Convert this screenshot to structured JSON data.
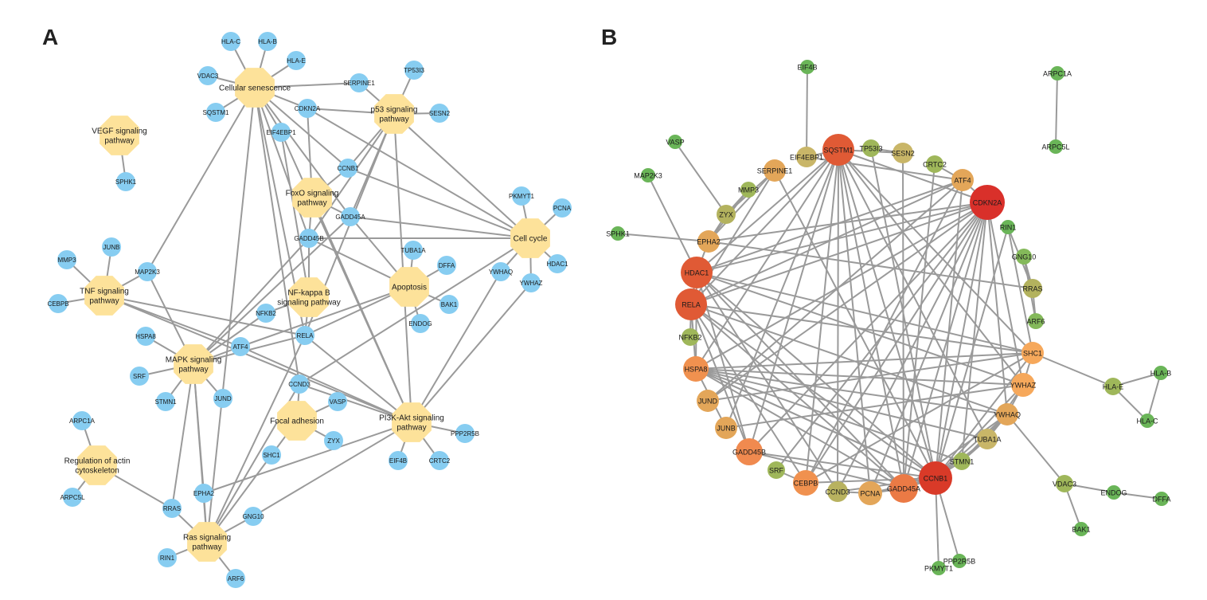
{
  "panels": [
    {
      "id": "A",
      "letter": "A"
    },
    {
      "id": "B",
      "letter": "B"
    }
  ],
  "colors": {
    "gene_node_a": "#87cdf1",
    "pathway_node_a": "#fde29a",
    "edge": "#9a9a9a"
  },
  "diagram_a": {
    "pathways": [
      {
        "id": "cs",
        "lines": [
          "Cellular senescence"
        ]
      },
      {
        "id": "p53",
        "lines": [
          "p53 signaling",
          "pathway"
        ]
      },
      {
        "id": "vegf",
        "lines": [
          "VEGF signaling",
          "pathway"
        ]
      },
      {
        "id": "foxo",
        "lines": [
          "FoxO signaling",
          "pathway"
        ]
      },
      {
        "id": "cc",
        "lines": [
          "Cell cycle"
        ]
      },
      {
        "id": "tnf",
        "lines": [
          "TNF signaling",
          "pathway"
        ]
      },
      {
        "id": "nfkb",
        "lines": [
          "NF-kappa B",
          "signaling pathway"
        ]
      },
      {
        "id": "apop",
        "lines": [
          "Apoptosis"
        ]
      },
      {
        "id": "mapk",
        "lines": [
          "MAPK signaling",
          "pathway"
        ]
      },
      {
        "id": "fa",
        "lines": [
          "Focal adhesion"
        ]
      },
      {
        "id": "pi3k",
        "lines": [
          "PI3K-Akt signaling",
          "pathway"
        ]
      },
      {
        "id": "actin",
        "lines": [
          "Regulation of actin",
          "cytoskeleton"
        ]
      },
      {
        "id": "ras",
        "lines": [
          "Ras signaling",
          "pathway"
        ]
      }
    ],
    "genes": [
      "HLA-C",
      "HLA-B",
      "HLA-E",
      "VDAC3",
      "SERPINE1",
      "TP53I3",
      "CDKN2A",
      "SQSTM1",
      "SESN2",
      "EIF4EBP1",
      "SPHK1",
      "CCNB1",
      "PKMYT1",
      "PCNA",
      "GADD45A",
      "JUNB",
      "MMP3",
      "GADD45B",
      "TUBA1A",
      "DFFA",
      "MAP2K3",
      "HDAC1",
      "YWHAQ",
      "CEBPB",
      "YWHAZ",
      "NFKB2",
      "BAK1",
      "HSPA8",
      "RELA",
      "ATF4",
      "ENDOG",
      "SRF",
      "CCND3",
      "STMN1",
      "JUND",
      "VASP",
      "ARPC1A",
      "PPP2R5B",
      "ZYX",
      "SHC1",
      "EIF4B",
      "CRTC2",
      "ARPC5L",
      "RRAS",
      "EPHA2",
      "GNG10",
      "RIN1",
      "ARF6"
    ],
    "edges": [
      [
        "cs",
        "HLA-C"
      ],
      [
        "cs",
        "HLA-B"
      ],
      [
        "cs",
        "HLA-E"
      ],
      [
        "cs",
        "VDAC3"
      ],
      [
        "cs",
        "SQSTM1"
      ],
      [
        "cs",
        "SERPINE1"
      ],
      [
        "cs",
        "CDKN2A"
      ],
      [
        "cs",
        "EIF4EBP1"
      ],
      [
        "cs",
        "CCNB1"
      ],
      [
        "cs",
        "GADD45A"
      ],
      [
        "cs",
        "GADD45B"
      ],
      [
        "cs",
        "RELA"
      ],
      [
        "cs",
        "MAP2K3"
      ],
      [
        "cs",
        "CCND3"
      ],
      [
        "cs",
        "ras"
      ],
      [
        "p53",
        "TP53I3"
      ],
      [
        "p53",
        "SESN2"
      ],
      [
        "p53",
        "CDKN2A"
      ],
      [
        "p53",
        "SERPINE1"
      ],
      [
        "p53",
        "CCNB1"
      ],
      [
        "p53",
        "GADD45A"
      ],
      [
        "p53",
        "GADD45B"
      ],
      [
        "p53",
        "cc"
      ],
      [
        "p53",
        "pi3k"
      ],
      [
        "p53",
        "RELA"
      ],
      [
        "vegf",
        "SPHK1"
      ],
      [
        "foxo",
        "CDKN2A"
      ],
      [
        "foxo",
        "CCNB1"
      ],
      [
        "foxo",
        "GADD45A"
      ],
      [
        "foxo",
        "GADD45B"
      ],
      [
        "foxo",
        "pi3k"
      ],
      [
        "cc",
        "CDKN2A"
      ],
      [
        "cc",
        "CCNB1"
      ],
      [
        "cc",
        "GADD45A"
      ],
      [
        "cc",
        "GADD45B"
      ],
      [
        "cc",
        "PKMYT1"
      ],
      [
        "cc",
        "PCNA"
      ],
      [
        "cc",
        "HDAC1"
      ],
      [
        "cc",
        "YWHAQ"
      ],
      [
        "cc",
        "YWHAZ"
      ],
      [
        "cc",
        "CCND3"
      ],
      [
        "tnf",
        "JUNB"
      ],
      [
        "tnf",
        "MMP3"
      ],
      [
        "tnf",
        "CEBPB"
      ],
      [
        "tnf",
        "MAP2K3"
      ],
      [
        "tnf",
        "RELA"
      ],
      [
        "tnf",
        "ATF4"
      ],
      [
        "tnf",
        "pi3k"
      ],
      [
        "nfkb",
        "EIF4EBP1"
      ],
      [
        "nfkb",
        "GADD45B"
      ],
      [
        "nfkb",
        "NFKB2"
      ],
      [
        "nfkb",
        "RELA"
      ],
      [
        "apop",
        "GADD45A"
      ],
      [
        "apop",
        "TUBA1A"
      ],
      [
        "apop",
        "DFFA"
      ],
      [
        "apop",
        "BAK1"
      ],
      [
        "apop",
        "ENDOG"
      ],
      [
        "apop",
        "RELA"
      ],
      [
        "apop",
        "ATF4"
      ],
      [
        "apop",
        "GADD45B"
      ],
      [
        "mapk",
        "HSPA8"
      ],
      [
        "mapk",
        "SRF"
      ],
      [
        "mapk",
        "STMN1"
      ],
      [
        "mapk",
        "JUND"
      ],
      [
        "mapk",
        "ATF4"
      ],
      [
        "mapk",
        "MAP2K3"
      ],
      [
        "mapk",
        "NFKB2"
      ],
      [
        "mapk",
        "RELA"
      ],
      [
        "mapk",
        "GADD45A"
      ],
      [
        "mapk",
        "GADD45B"
      ],
      [
        "mapk",
        "EPHA2"
      ],
      [
        "mapk",
        "RRAS"
      ],
      [
        "mapk",
        "ras"
      ],
      [
        "fa",
        "VASP"
      ],
      [
        "fa",
        "ZYX"
      ],
      [
        "fa",
        "SHC1"
      ],
      [
        "fa",
        "CCND3"
      ],
      [
        "pi3k",
        "PPP2R5B"
      ],
      [
        "pi3k",
        "EIF4B"
      ],
      [
        "pi3k",
        "CRTC2"
      ],
      [
        "pi3k",
        "YWHAQ"
      ],
      [
        "pi3k",
        "YWHAZ"
      ],
      [
        "pi3k",
        "ATF4"
      ],
      [
        "pi3k",
        "RELA"
      ],
      [
        "pi3k",
        "CCND3"
      ],
      [
        "pi3k",
        "EPHA2"
      ],
      [
        "pi3k",
        "GNG10"
      ],
      [
        "pi3k",
        "EIF4EBP1"
      ],
      [
        "actin",
        "ARPC1A"
      ],
      [
        "actin",
        "ARPC5L"
      ],
      [
        "actin",
        "RRAS"
      ],
      [
        "ras",
        "RIN1"
      ],
      [
        "ras",
        "ARF6"
      ],
      [
        "ras",
        "RRAS"
      ],
      [
        "ras",
        "EPHA2"
      ],
      [
        "ras",
        "GNG10"
      ],
      [
        "ras",
        "SHC1"
      ],
      [
        "ras",
        "RELA"
      ],
      [
        "ras",
        "CCND3"
      ]
    ]
  },
  "diagram_b": {
    "nodes": [
      {
        "id": "SQSTM1",
        "color": "#e05a35"
      },
      {
        "id": "CDKN2A",
        "color": "#d9302a"
      },
      {
        "id": "CCNB1",
        "color": "#d93a28"
      },
      {
        "id": "HDAC1",
        "color": "#e05a35"
      },
      {
        "id": "RELA",
        "color": "#e05a35"
      },
      {
        "id": "GADD45A",
        "color": "#eb7a45"
      },
      {
        "id": "GADD45B",
        "color": "#f08a4f"
      },
      {
        "id": "HSPA8",
        "color": "#f0914f"
      },
      {
        "id": "CEBPB",
        "color": "#f0914f"
      },
      {
        "id": "SHC1",
        "color": "#f6a85b"
      },
      {
        "id": "YWHAZ",
        "color": "#f6a85b"
      },
      {
        "id": "ATF4",
        "color": "#e3a659"
      },
      {
        "id": "SERPINE1",
        "color": "#e3a659"
      },
      {
        "id": "EPHA2",
        "color": "#e3a659"
      },
      {
        "id": "JUND",
        "color": "#e3a659"
      },
      {
        "id": "JUNB",
        "color": "#e3a659"
      },
      {
        "id": "PCNA",
        "color": "#e3a659"
      },
      {
        "id": "YWHAQ",
        "color": "#e3a659"
      },
      {
        "id": "EIF4EBP1",
        "color": "#c9b668"
      },
      {
        "id": "SESN2",
        "color": "#c9b668"
      },
      {
        "id": "TUBA1A",
        "color": "#c9b668"
      },
      {
        "id": "CCND3",
        "color": "#b8b25f"
      },
      {
        "id": "ZYX",
        "color": "#b3b25e"
      },
      {
        "id": "RRAS",
        "color": "#b3b25e"
      },
      {
        "id": "TP53I3",
        "color": "#9fb75a"
      },
      {
        "id": "CRTC2",
        "color": "#9fb75a"
      },
      {
        "id": "MMP3",
        "color": "#9fb75a"
      },
      {
        "id": "NFKB2",
        "color": "#9fb75a"
      },
      {
        "id": "SRF",
        "color": "#9fb75a"
      },
      {
        "id": "STMN1",
        "color": "#9fb75a"
      },
      {
        "id": "HLA-E",
        "color": "#9fb75a"
      },
      {
        "id": "VDAC3",
        "color": "#9fb75a"
      },
      {
        "id": "GNG10",
        "color": "#84b95a"
      },
      {
        "id": "ARF6",
        "color": "#84b95a"
      },
      {
        "id": "RIN1",
        "color": "#6ab558"
      },
      {
        "id": "EIF4B",
        "color": "#6ab558"
      },
      {
        "id": "VASP",
        "color": "#6ab558"
      },
      {
        "id": "MAP2K3",
        "color": "#6ab558"
      },
      {
        "id": "SPHK1",
        "color": "#6ab558"
      },
      {
        "id": "ARPC1A",
        "color": "#6ab558"
      },
      {
        "id": "ARPC5L",
        "color": "#6ab558"
      },
      {
        "id": "HLA-B",
        "color": "#6ab558"
      },
      {
        "id": "HLA-C",
        "color": "#6ab558"
      },
      {
        "id": "ENDOG",
        "color": "#6ab558"
      },
      {
        "id": "DFFA",
        "color": "#6ab558"
      },
      {
        "id": "BAK1",
        "color": "#6ab558"
      },
      {
        "id": "PKMYT1",
        "color": "#6ab558"
      },
      {
        "id": "PPP2R5B",
        "color": "#6ab558"
      }
    ],
    "edges": [
      [
        "SQSTM1",
        "CDKN2A"
      ],
      [
        "SQSTM1",
        "CCNB1"
      ],
      [
        "SQSTM1",
        "HDAC1"
      ],
      [
        "SQSTM1",
        "RELA"
      ],
      [
        "SQSTM1",
        "GADD45A"
      ],
      [
        "SQSTM1",
        "GADD45B"
      ],
      [
        "SQSTM1",
        "HSPA8"
      ],
      [
        "SQSTM1",
        "CEBPB"
      ],
      [
        "SQSTM1",
        "SHC1"
      ],
      [
        "SQSTM1",
        "YWHAZ"
      ],
      [
        "SQSTM1",
        "JUNB"
      ],
      [
        "SQSTM1",
        "PCNA"
      ],
      [
        "SQSTM1",
        "TUBA1A"
      ],
      [
        "SQSTM1",
        "CCND3"
      ],
      [
        "SQSTM1",
        "EIF4EBP1"
      ],
      [
        "SQSTM1",
        "SESN2"
      ],
      [
        "CDKN2A",
        "CCNB1"
      ],
      [
        "CDKN2A",
        "HDAC1"
      ],
      [
        "CDKN2A",
        "RELA"
      ],
      [
        "CDKN2A",
        "GADD45A"
      ],
      [
        "CDKN2A",
        "GADD45B"
      ],
      [
        "CDKN2A",
        "HSPA8"
      ],
      [
        "CDKN2A",
        "CEBPB"
      ],
      [
        "CDKN2A",
        "YWHAZ"
      ],
      [
        "CDKN2A",
        "YWHAQ"
      ],
      [
        "CDKN2A",
        "EPHA2"
      ],
      [
        "CDKN2A",
        "JUND"
      ],
      [
        "CDKN2A",
        "PCNA"
      ],
      [
        "CDKN2A",
        "CCND3"
      ],
      [
        "CDKN2A",
        "ATF4"
      ],
      [
        "CDKN2A",
        "SRF"
      ],
      [
        "CDKN2A",
        "STMN1"
      ],
      [
        "CCNB1",
        "HDAC1"
      ],
      [
        "CCNB1",
        "RELA"
      ],
      [
        "CCNB1",
        "GADD45A"
      ],
      [
        "CCNB1",
        "GADD45B"
      ],
      [
        "CCNB1",
        "HSPA8"
      ],
      [
        "CCNB1",
        "CEBPB"
      ],
      [
        "CCNB1",
        "YWHAZ"
      ],
      [
        "CCNB1",
        "YWHAQ"
      ],
      [
        "CCNB1",
        "SHC1"
      ],
      [
        "CCNB1",
        "PCNA"
      ],
      [
        "CCNB1",
        "CCND3"
      ],
      [
        "CCNB1",
        "ATF4"
      ],
      [
        "CCNB1",
        "STMN1"
      ],
      [
        "CCNB1",
        "TUBA1A"
      ],
      [
        "CCNB1",
        "PKMYT1"
      ],
      [
        "CCNB1",
        "PPP2R5B"
      ],
      [
        "CCNB1",
        "SERPINE1"
      ],
      [
        "CCNB1",
        "TP53I3"
      ],
      [
        "HDAC1",
        "RELA"
      ],
      [
        "HDAC1",
        "GADD45A"
      ],
      [
        "HDAC1",
        "GADD45B"
      ],
      [
        "HDAC1",
        "HSPA8"
      ],
      [
        "HDAC1",
        "YWHAZ"
      ],
      [
        "HDAC1",
        "SHC1"
      ],
      [
        "HDAC1",
        "ATF4"
      ],
      [
        "HDAC1",
        "MAP2K3"
      ],
      [
        "HDAC1",
        "CCND3"
      ],
      [
        "RELA",
        "GADD45A"
      ],
      [
        "RELA",
        "GADD45B"
      ],
      [
        "RELA",
        "HSPA8"
      ],
      [
        "RELA",
        "CEBPB"
      ],
      [
        "RELA",
        "SHC1"
      ],
      [
        "RELA",
        "YWHAQ"
      ],
      [
        "RELA",
        "NFKB2"
      ],
      [
        "RELA",
        "SERPINE1"
      ],
      [
        "RELA",
        "ATF4"
      ],
      [
        "HSPA8",
        "YWHAZ"
      ],
      [
        "HSPA8",
        "SHC1"
      ],
      [
        "HSPA8",
        "YWHAQ"
      ],
      [
        "HSPA8",
        "STMN1"
      ],
      [
        "HSPA8",
        "TUBA1A"
      ],
      [
        "HSPA8",
        "JUNB"
      ],
      [
        "HSPA8",
        "GADD45A"
      ],
      [
        "HSPA8",
        "CCNB1"
      ],
      [
        "GADD45A",
        "GADD45B"
      ],
      [
        "GADD45A",
        "PCNA"
      ],
      [
        "GADD45A",
        "YWHAQ"
      ],
      [
        "GADD45A",
        "SESN2"
      ],
      [
        "GADD45A",
        "CRTC2"
      ],
      [
        "CEBPB",
        "ATF4"
      ],
      [
        "CEBPB",
        "SHC1"
      ],
      [
        "JUND",
        "SHC1"
      ],
      [
        "JUND",
        "ATF4"
      ],
      [
        "JUNB",
        "YWHAZ"
      ],
      [
        "SHC1",
        "YWHAZ"
      ],
      [
        "SHC1",
        "HLA-E"
      ],
      [
        "SHC1",
        "RIN1"
      ],
      [
        "YWHAZ",
        "YWHAQ"
      ],
      [
        "YWHAQ",
        "TUBA1A"
      ],
      [
        "YWHAQ",
        "VDAC3"
      ],
      [
        "YWHAQ",
        "STMN1"
      ],
      [
        "TUBA1A",
        "STMN1"
      ],
      [
        "TUBA1A",
        "YWHAZ"
      ],
      [
        "EPHA2",
        "ZYX"
      ],
      [
        "EPHA2",
        "SPHK1"
      ],
      [
        "EPHA2",
        "SERPINE1"
      ],
      [
        "EPHA2",
        "MMP3"
      ],
      [
        "EPHA2",
        "RRAS"
      ],
      [
        "EPHA2",
        "HDAC1"
      ],
      [
        "ZYX",
        "VASP"
      ],
      [
        "ZYX",
        "MMP3"
      ],
      [
        "ZYX",
        "SERPINE1"
      ],
      [
        "RRAS",
        "RIN1"
      ],
      [
        "RRAS",
        "GNG10"
      ],
      [
        "ARF6",
        "GNG10"
      ],
      [
        "RRAS",
        "ARF6"
      ],
      [
        "RIN1",
        "CCNB1"
      ],
      [
        "EIF4EBP1",
        "EIF4B"
      ],
      [
        "EIF4EBP1",
        "ATF4"
      ],
      [
        "SESN2",
        "TP53I3"
      ],
      [
        "CRTC2",
        "ATF4"
      ],
      [
        "NFKB2",
        "RELA"
      ],
      [
        "ARPC1A",
        "ARPC5L"
      ],
      [
        "HLA-E",
        "HLA-B"
      ],
      [
        "HLA-E",
        "HLA-C"
      ],
      [
        "HLA-B",
        "HLA-C"
      ],
      [
        "VDAC3",
        "ENDOG"
      ],
      [
        "VDAC3",
        "BAK1"
      ],
      [
        "ENDOG",
        "DFFA"
      ],
      [
        "CCND3",
        "PCNA"
      ],
      [
        "SRF",
        "CEBPB"
      ]
    ]
  }
}
